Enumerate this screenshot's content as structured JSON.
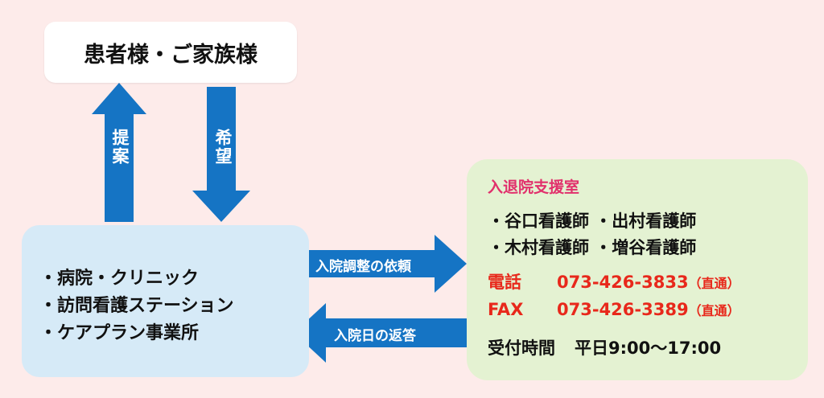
{
  "patient_box": {
    "label": "患者様・ご家族様"
  },
  "arrows": {
    "up_label": "提案",
    "down_label": "希望",
    "right_label": "入院調整の依頼",
    "left_label": "入院日の返答"
  },
  "providers": {
    "items": [
      "・病院・クリニック",
      "・訪問看護ステーション",
      "・ケアプラン事業所"
    ]
  },
  "office": {
    "title": "入退院支援室",
    "staff_rows": [
      "・谷口看護師 ・出村看護師",
      "・木村看護師 ・増谷看護師"
    ],
    "phone": {
      "label": "電話",
      "number": "073-426-3833",
      "note": "（直通）"
    },
    "fax": {
      "label": "FAX",
      "number": "073-426-3389",
      "note": "（直通）"
    },
    "hours": {
      "label": "受付時間",
      "value": "平日9:00～17:00"
    }
  },
  "colors": {
    "background": "#fdebea",
    "arrow": "#1574c4",
    "provider_box": "#d6eaf7",
    "office_box": "#e4f2d2",
    "office_title": "#e1306c",
    "contact": "#e8281b"
  }
}
